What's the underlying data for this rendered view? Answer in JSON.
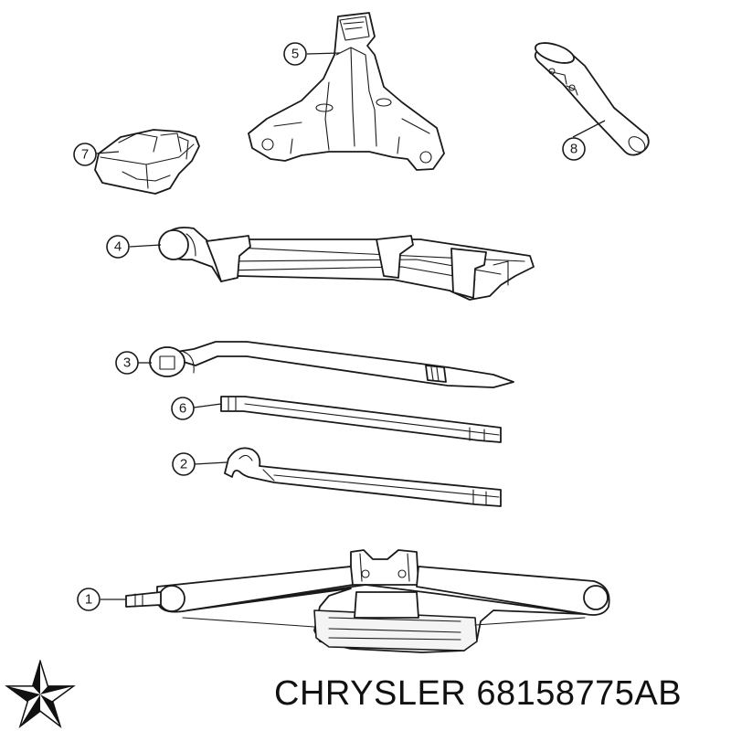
{
  "brand": {
    "name": "CHRYSLER",
    "part_number": "68158775AB",
    "logo_icon": "chrysler-pentastar-icon",
    "ink_color": "#111111"
  },
  "callouts": [
    {
      "id": "1",
      "label": "1",
      "part": "scissor-jack"
    },
    {
      "id": "2",
      "label": "2",
      "part": "jack-handle-hook-extension"
    },
    {
      "id": "3",
      "label": "3",
      "part": "lug-wrench"
    },
    {
      "id": "4",
      "label": "4",
      "part": "jack-tool-storage-assembly"
    },
    {
      "id": "5",
      "label": "5",
      "part": "jack-mounting-bracket"
    },
    {
      "id": "6",
      "label": "6",
      "part": "jack-handle-extension"
    },
    {
      "id": "7",
      "label": "7",
      "part": "jack-retainer-block"
    },
    {
      "id": "8",
      "label": "8",
      "part": "tool-funnel-tube"
    }
  ]
}
